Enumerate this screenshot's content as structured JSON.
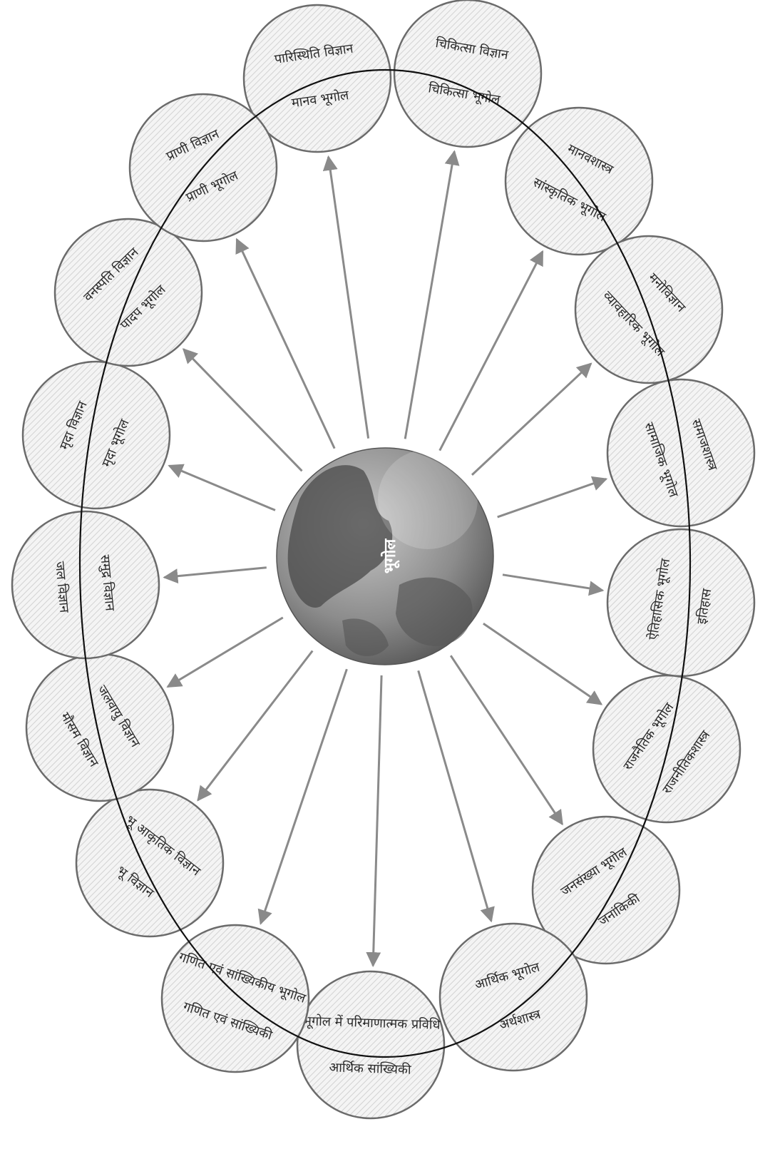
{
  "center": {
    "label": "भूगोल"
  },
  "fields": [
    {
      "id": "ecology",
      "outer": "पारिस्थिति विज्ञान",
      "inner": "मानव भूगोल"
    },
    {
      "id": "medicine",
      "outer": "चिकित्सा विज्ञान",
      "inner": "चिकित्सा भूगोल"
    },
    {
      "id": "anthropology",
      "outer": "मानवशास्त्र",
      "inner": "सांस्कृतिक भूगोल"
    },
    {
      "id": "psychology",
      "outer": "मनोविज्ञान",
      "inner": "व्यावहारिक भूगोल"
    },
    {
      "id": "sociology",
      "outer": "समाजशास्त्र",
      "inner": "सामाजिक भूगोल"
    },
    {
      "id": "history",
      "outer": "इतिहास",
      "inner": "ऐतिहासिक भूगोल"
    },
    {
      "id": "politics",
      "outer": "राजनीतिकशास्त्र",
      "inner": "राजनैतिक भूगोल"
    },
    {
      "id": "demography",
      "outer": "जनांकिकी",
      "inner": "जनसंख्या भूगोल"
    },
    {
      "id": "economics",
      "outer": "अर्थशास्त्र",
      "inner": "आर्थिक भूगोल"
    },
    {
      "id": "statistics",
      "outer": "आर्थिक सांख्यिकी",
      "inner": "भूगोल में परिमाणात्मक प्रविधि"
    },
    {
      "id": "mathematics",
      "outer": "गणित एवं सांख्यिकी",
      "inner": "गणित एवं सांख्यिकीय भूगोल"
    },
    {
      "id": "geology",
      "outer": "भू विज्ञान",
      "inner": "भू आकृतिक विज्ञान"
    },
    {
      "id": "climatology",
      "outer": "मौसम विज्ञान",
      "inner": "जलवायु विज्ञान"
    },
    {
      "id": "hydrology",
      "outer": "जल विज्ञान",
      "inner": "समुद्र विज्ञान"
    },
    {
      "id": "soil",
      "outer": "मृदा विज्ञान",
      "inner": "मृदा भूगोल"
    },
    {
      "id": "botany",
      "outer": "वनस्पति विज्ञान",
      "inner": "पादप भूगोल"
    },
    {
      "id": "zoology",
      "outer": "प्राणी विज्ञान",
      "inner": "प्राणी भूगोल"
    }
  ],
  "colors": {
    "stroke": "#6b6b6b",
    "arrow": "#8a8a8a",
    "ring": "#111111",
    "globe_land": "#4a4a4a",
    "globe_sea": "#9c9c9c"
  }
}
